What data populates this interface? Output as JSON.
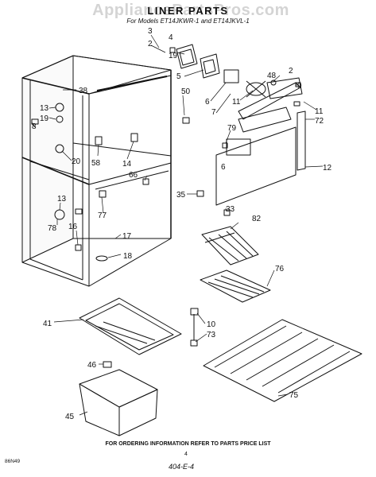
{
  "watermark": "AppliancePartsPros.com",
  "title": "LINER PARTS",
  "subtitle": "For Models ET14JKWR-1 and ET14JKVL-1",
  "footer": "FOR ORDERING INFORMATION REFER TO PARTS PRICE LIST",
  "codes": {
    "left": "86N49",
    "mid": "4",
    "right": "404-E-4"
  },
  "callouts": [
    {
      "id": "3",
      "label": "3"
    },
    {
      "id": "2a",
      "label": "2"
    },
    {
      "id": "4",
      "label": "4"
    },
    {
      "id": "19a",
      "label": "19"
    },
    {
      "id": "5",
      "label": "5"
    },
    {
      "id": "48",
      "label": "48"
    },
    {
      "id": "2b",
      "label": "2"
    },
    {
      "id": "9",
      "label": "9"
    },
    {
      "id": "38",
      "label": "38"
    },
    {
      "id": "50",
      "label": "50"
    },
    {
      "id": "6a",
      "label": "6"
    },
    {
      "id": "7",
      "label": "7"
    },
    {
      "id": "11a",
      "label": "11"
    },
    {
      "id": "11b",
      "label": "11"
    },
    {
      "id": "72",
      "label": "72"
    },
    {
      "id": "13a",
      "label": "13"
    },
    {
      "id": "19b",
      "label": "19"
    },
    {
      "id": "8",
      "label": "8"
    },
    {
      "id": "79",
      "label": "79"
    },
    {
      "id": "6b",
      "label": "6"
    },
    {
      "id": "20",
      "label": "20"
    },
    {
      "id": "58",
      "label": "58"
    },
    {
      "id": "14",
      "label": "14"
    },
    {
      "id": "12",
      "label": "12"
    },
    {
      "id": "66",
      "label": "66"
    },
    {
      "id": "35",
      "label": "35"
    },
    {
      "id": "13b",
      "label": "13"
    },
    {
      "id": "33",
      "label": "33"
    },
    {
      "id": "77",
      "label": "77"
    },
    {
      "id": "82",
      "label": "82"
    },
    {
      "id": "78",
      "label": "78"
    },
    {
      "id": "16",
      "label": "16"
    },
    {
      "id": "17",
      "label": "17"
    },
    {
      "id": "18",
      "label": "18"
    },
    {
      "id": "76",
      "label": "76"
    },
    {
      "id": "41",
      "label": "41"
    },
    {
      "id": "10",
      "label": "10"
    },
    {
      "id": "73",
      "label": "73"
    },
    {
      "id": "46",
      "label": "46"
    },
    {
      "id": "75",
      "label": "75"
    },
    {
      "id": "45",
      "label": "45"
    }
  ]
}
